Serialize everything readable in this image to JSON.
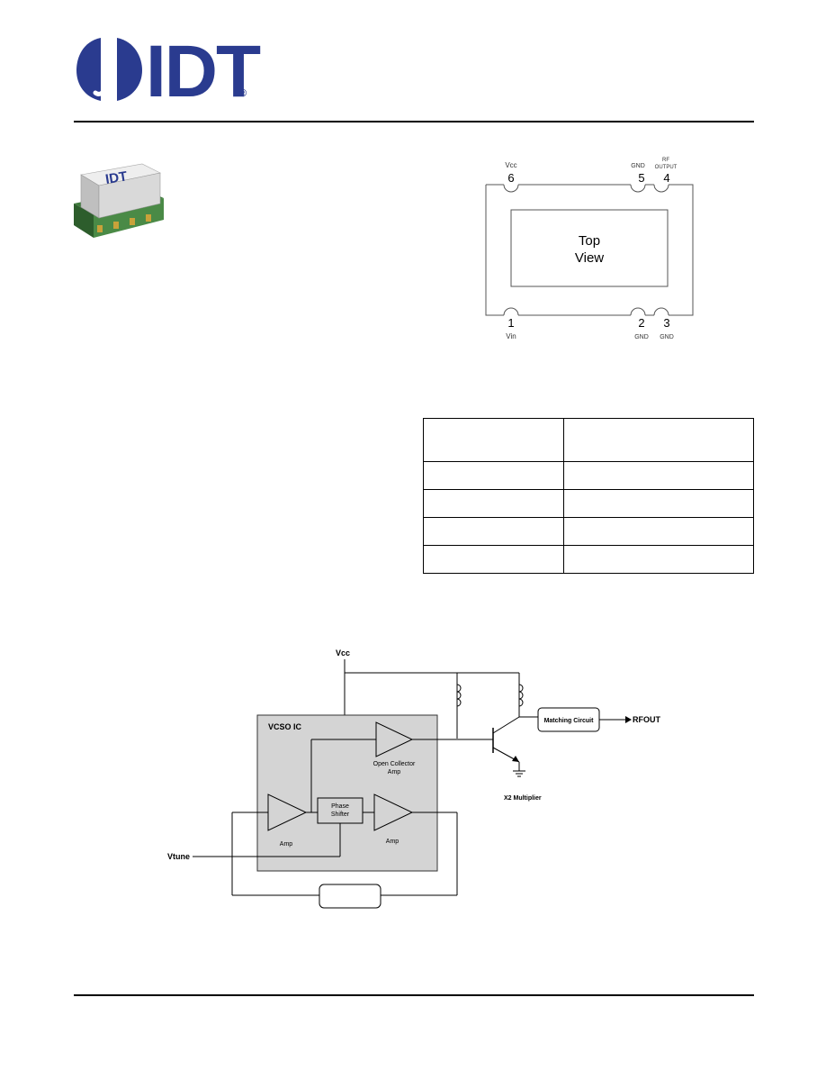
{
  "logo": {
    "text": "IDT",
    "registered": "®",
    "product_label": "IDT"
  },
  "pinout": {
    "center_line1": "Top",
    "center_line2": "View",
    "top_pins": [
      {
        "number": "6",
        "label": "Vcc"
      },
      {
        "number": "5",
        "label": "GND"
      },
      {
        "number": "4",
        "label_line1": "RF",
        "label_line2": "OUTPUT"
      }
    ],
    "bottom_pins": [
      {
        "number": "1",
        "label": "Vin"
      },
      {
        "number": "2",
        "label": "GND"
      },
      {
        "number": "3",
        "label": "GND"
      }
    ]
  },
  "pin_table": {
    "rows": [
      [
        "",
        ""
      ],
      [
        "",
        ""
      ],
      [
        "",
        ""
      ],
      [
        "",
        ""
      ],
      [
        "",
        ""
      ]
    ]
  },
  "block_diagram": {
    "vcc": "Vcc",
    "vcso_ic": "VCSO IC",
    "open_collector_line1": "Open Collector",
    "open_collector_line2": "Amp",
    "phase_shifter_line1": "Phase",
    "phase_shifter_line2": "Shifter",
    "amp_left": "Amp",
    "amp_right": "Amp",
    "matching_circuit": "Matching Circuit",
    "rfout": "RFOUT",
    "multiplier": "X2 Multiplier",
    "vtune": "Vtune"
  },
  "colors": {
    "logo_blue": "#2a3b8f",
    "ic_fill": "#d4d4d4"
  }
}
